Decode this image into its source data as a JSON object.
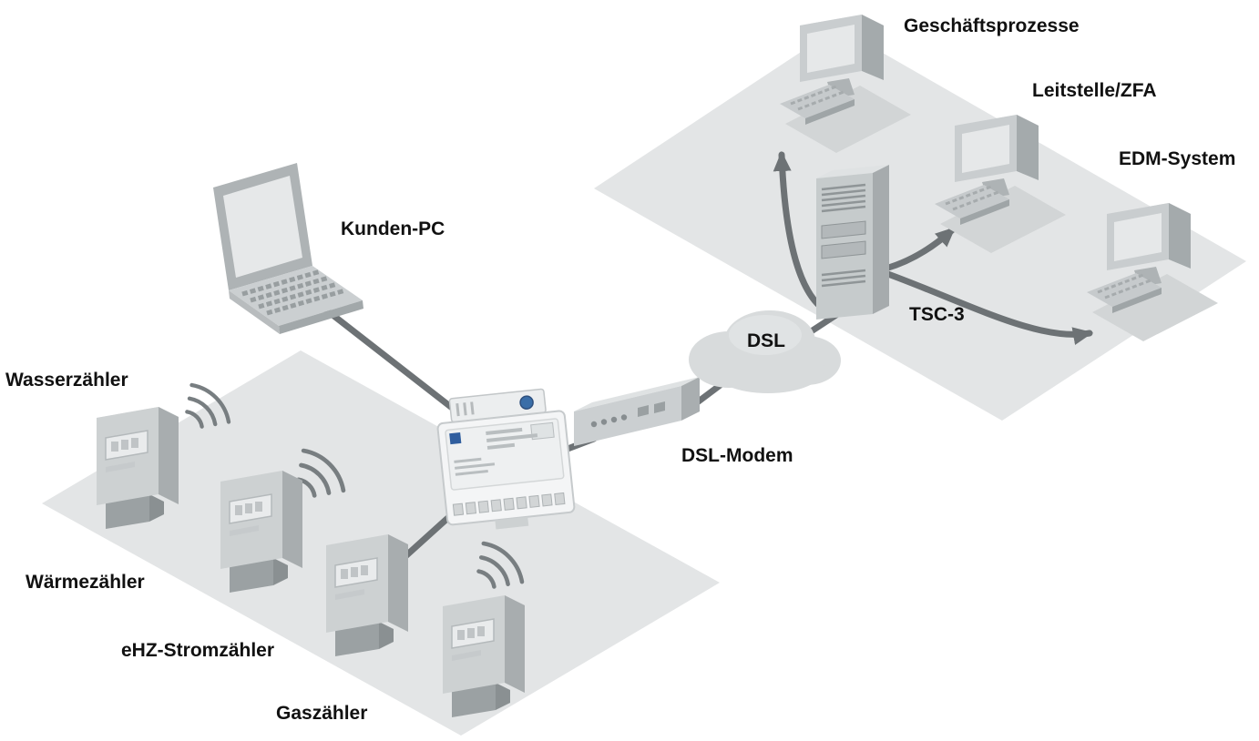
{
  "diagram": {
    "title_hint": "Smart metering communication diagram",
    "labels": {
      "kunden_pc": "Kunden-PC",
      "wasserzaehler": "Wasserzähler",
      "waermezaehler": "Wärmezähler",
      "ehz_stromzaehler": "eHZ-Stromzähler",
      "gaszaehler": "Gaszähler",
      "dsl": "DSL",
      "dsl_modem": "DSL-Modem",
      "tsc_3": "TSC-3",
      "geschaeftsprozesse": "Geschäftsprozesse",
      "leitstelle_zfa": "Leitstelle/ZFA",
      "edm_system": "EDM-System"
    },
    "connections": [
      {
        "from": "kunden-pc",
        "to": "gateway",
        "style": "line"
      },
      {
        "from": "meter-group",
        "to": "gateway",
        "style": "line"
      },
      {
        "from": "wasserzaehler",
        "to": "gateway",
        "style": "wireless"
      },
      {
        "from": "waermezaehler",
        "to": "gateway",
        "style": "wireless"
      },
      {
        "from": "gateway",
        "to": "dsl-modem",
        "style": "line"
      },
      {
        "from": "dsl-modem",
        "to": "dsl-cloud",
        "style": "line"
      },
      {
        "from": "dsl-cloud",
        "to": "tsc-3",
        "style": "line"
      },
      {
        "from": "tsc-3",
        "to": "geschaeftsprozesse",
        "style": "arrow"
      },
      {
        "from": "tsc-3",
        "to": "leitstelle-zfa",
        "style": "arrow"
      },
      {
        "from": "tsc-3",
        "to": "edm-system",
        "style": "arrow"
      }
    ],
    "colors": {
      "platform": "#e3e5e6",
      "device_light": "#dfe2e3",
      "device_mid": "#c9cdcf",
      "device_dark": "#a4aaac",
      "base_dark": "#9aa0a2",
      "line": "#6d7275",
      "text": "#111111",
      "accent_blue": "#3a6ea8",
      "screen": "#e6e8e9"
    }
  }
}
